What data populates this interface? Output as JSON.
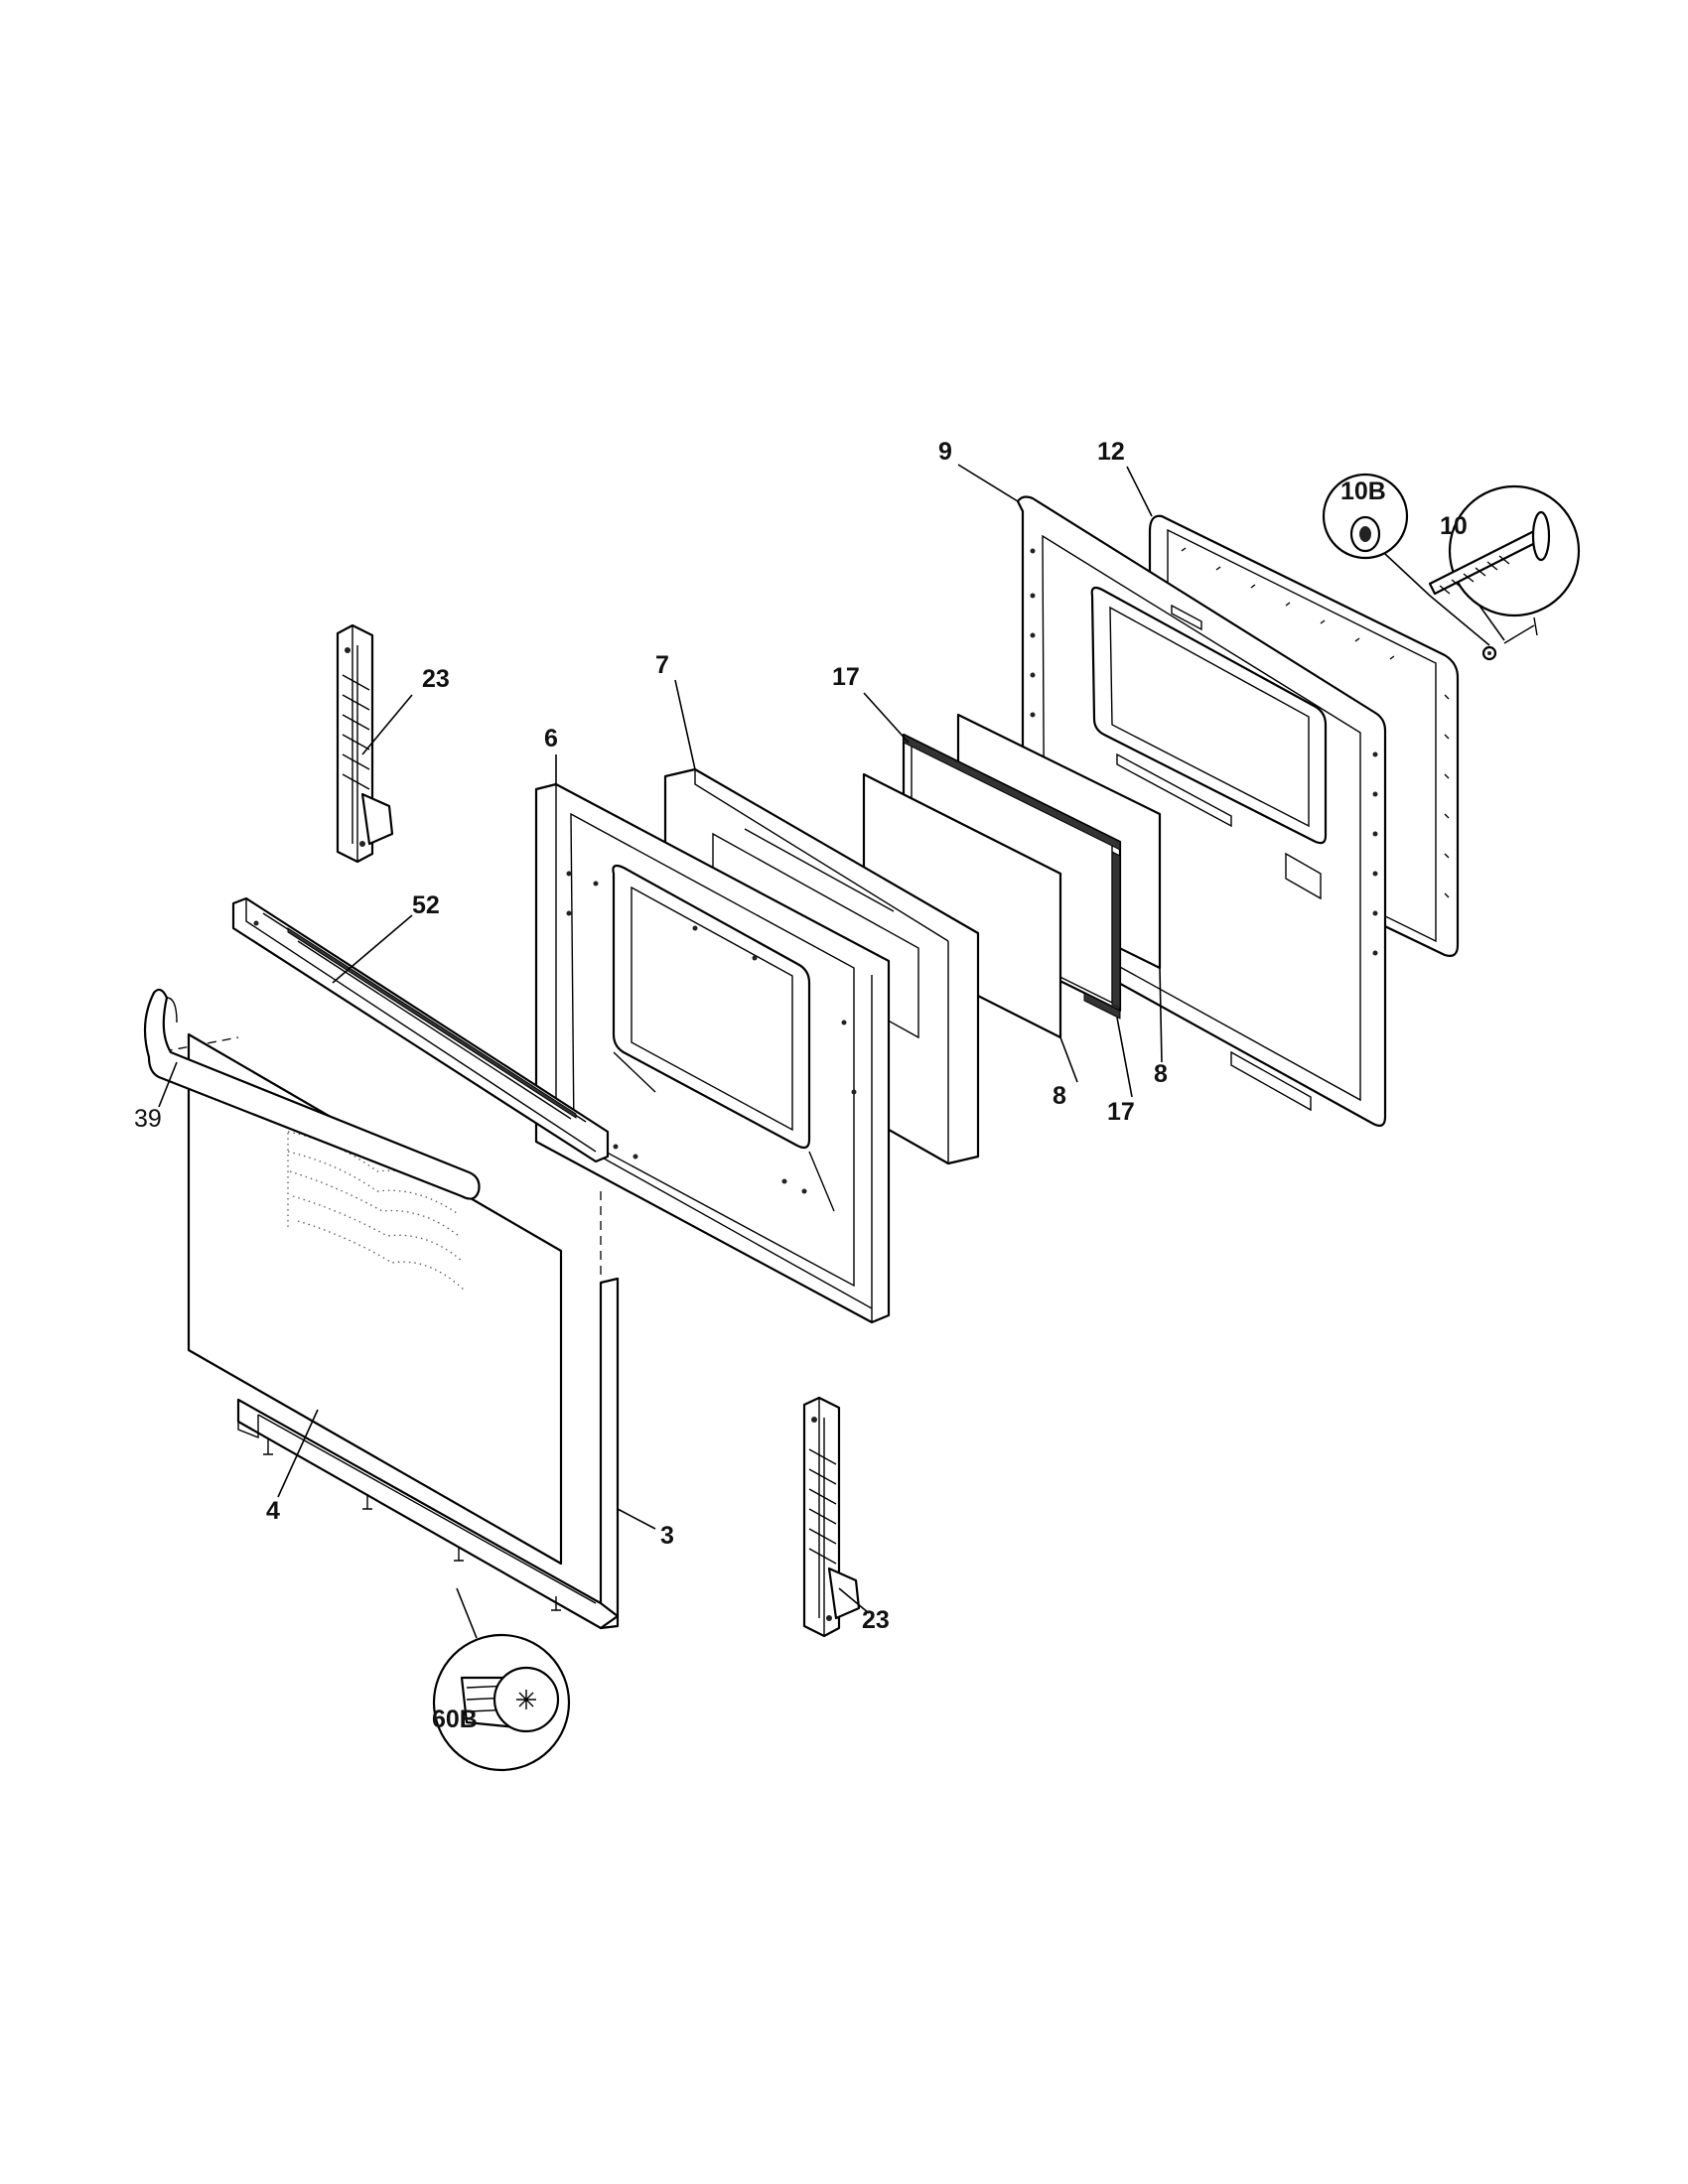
{
  "diagram": {
    "callouts": {
      "p3": "3",
      "p4": "4",
      "p6": "6",
      "p7": "7",
      "p8a": "8",
      "p8b": "8",
      "p9": "9",
      "p10": "10",
      "p10b": "10B",
      "p12": "12",
      "p17a": "17",
      "p17b": "17",
      "p23a": "23",
      "p23b": "23",
      "p39": "39",
      "p52": "52",
      "p60b": "60B"
    }
  }
}
